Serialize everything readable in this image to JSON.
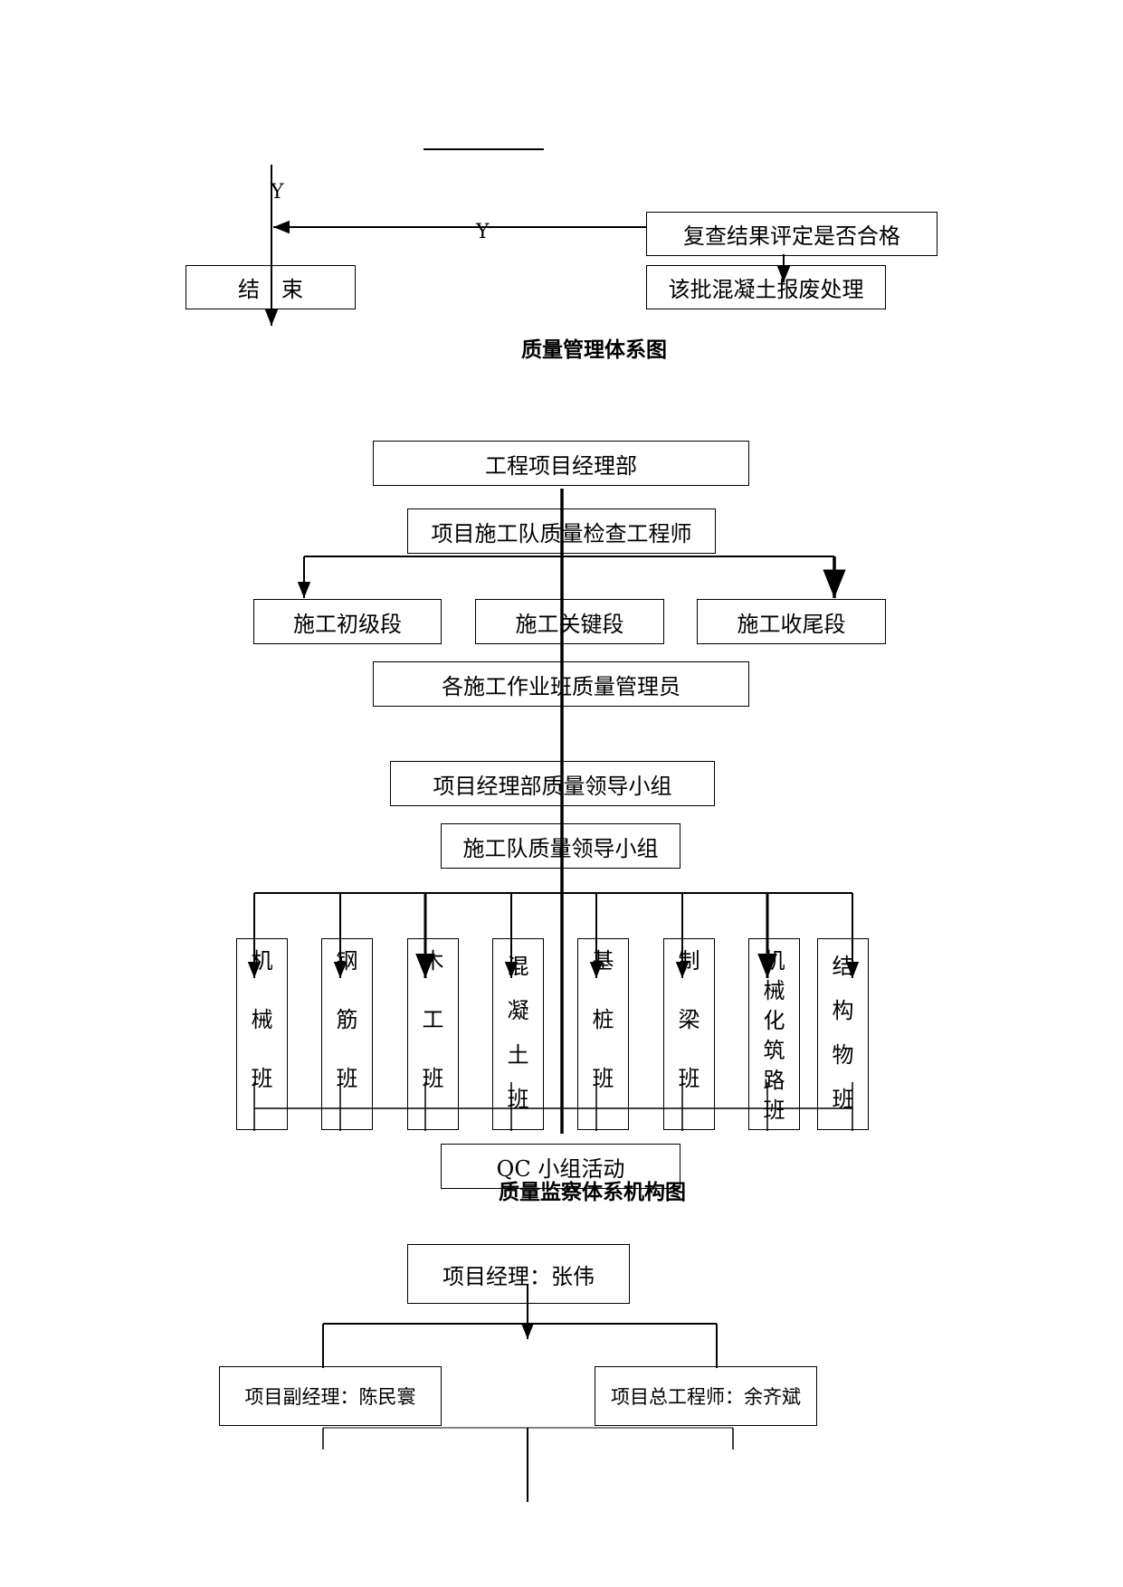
{
  "flowchart_tail": {
    "y_label_vertical": "Y",
    "y_label_horizontal": "Y",
    "recheck_box": "复查结果评定是否合格",
    "scrap_box": "该批混凝土报废处理",
    "end_box": "结　束"
  },
  "quality_system": {
    "title": "质量管理体系图",
    "project_dept": "工程项目经理部",
    "inspector": "项目施工队质量检查工程师",
    "stages": [
      "施工初级段",
      "施工关键段",
      "施工收尾段"
    ],
    "team_managers": "各施工作业班质量管理员"
  },
  "supervision_system": {
    "title": "质量监察体系机构图",
    "leadership_group": "项目经理部质量领导小组",
    "team_group": "施工队质量领导小组",
    "crews": [
      {
        "label": "机械班",
        "chars": [
          "机",
          "械",
          "班"
        ]
      },
      {
        "label": "钢筋班",
        "chars": [
          "钢",
          "筋",
          "班"
        ]
      },
      {
        "label": "木工班",
        "chars": [
          "木",
          "工",
          "班"
        ]
      },
      {
        "label": "混凝土班",
        "chars": [
          "混",
          "凝",
          "土",
          "班"
        ]
      },
      {
        "label": "基桩班",
        "chars": [
          "基",
          "桩",
          "班"
        ]
      },
      {
        "label": "制梁班",
        "chars": [
          "制",
          "梁",
          "班"
        ]
      },
      {
        "label": "机械化筑路班",
        "chars": [
          "机",
          "械",
          "化",
          "筑",
          "路",
          "班"
        ]
      },
      {
        "label": "结构物班",
        "chars": [
          "结",
          "构",
          "物",
          "班"
        ]
      }
    ],
    "qc_box": "QC 小组活动"
  },
  "org_chart": {
    "manager": "项目经理：张伟",
    "deputy": "项目副经理：陈民寰",
    "chief_engineer": "项目总工程师：余齐斌"
  }
}
